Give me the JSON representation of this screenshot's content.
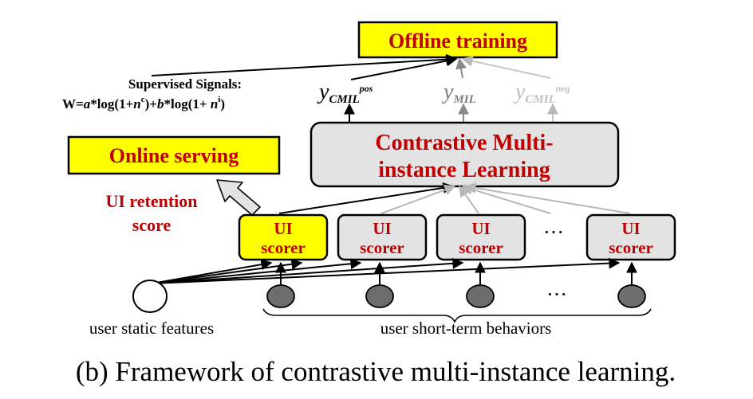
{
  "offline_training": "Offline training",
  "online_serving": "Online serving",
  "supervised": {
    "line1": "Supervised Signals:",
    "w_prefix": "W=",
    "a": "a",
    "log1": "*log(1+",
    "n1": "n",
    "c_sup": "c",
    "plus": ")+",
    "b": "b",
    "log2": "*log(1+ ",
    "n2": "n",
    "i_sup": "i",
    "close": ")"
  },
  "outputs": {
    "pos_y": "y",
    "pos_sub": "CMIL",
    "pos_sup": "pos",
    "mil_y": "y",
    "mil_sub": "MIL",
    "neg_y": "y",
    "neg_sub": "CMIL",
    "neg_sup": "neg"
  },
  "cmil_box": {
    "line1": "Contrastive Multi-",
    "line2": "instance Learning"
  },
  "retention": {
    "line1": "UI retention",
    "line2": "score"
  },
  "scorers": [
    {
      "line1": "UI",
      "line2": "scorer"
    },
    {
      "line1": "UI",
      "line2": "scorer"
    },
    {
      "line1": "UI",
      "line2": "scorer"
    },
    {
      "line1": "UI",
      "line2": "scorer"
    }
  ],
  "ellipsis": "···",
  "labels": {
    "static_features": "user static features",
    "short_term": "user short-term behaviors"
  },
  "caption": "(b) Framework of contrastive multi-instance learning.",
  "colors": {
    "highlight_fill": "#ffff00",
    "gray_fill": "#e3e3e3",
    "red_text": "#c00000",
    "gray_arrow": "#b8b8b8",
    "mid_gray_text": "#7f7f7f",
    "light_gray_text": "#bfbfbf",
    "node_fill": "#6d6d6d"
  }
}
